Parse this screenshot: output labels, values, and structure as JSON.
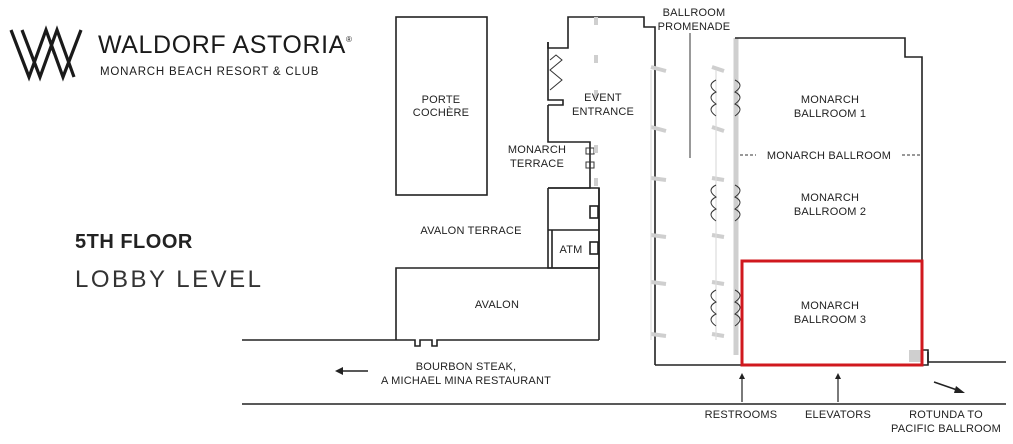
{
  "brand": {
    "name": "WALDORF ASTORIA",
    "subtitle": "MONARCH BEACH RESORT & CLUB",
    "registered_mark": "®"
  },
  "floor": {
    "number": "5TH FLOOR",
    "level": "LOBBY LEVEL"
  },
  "rooms": {
    "porte_cochere": [
      "PORTE",
      "COCHÈRE"
    ],
    "event_entrance": [
      "EVENT",
      "ENTRANCE"
    ],
    "monarch_terrace": [
      "MONARCH",
      "TERRACE"
    ],
    "ballroom_promenade": [
      "BALLROOM",
      "PROMENADE"
    ],
    "monarch_ballroom_1": [
      "MONARCH",
      "BALLROOM 1"
    ],
    "monarch_ballroom": "MONARCH BALLROOM",
    "monarch_ballroom_2": [
      "MONARCH",
      "BALLROOM 2"
    ],
    "monarch_ballroom_3": [
      "MONARCH",
      "BALLROOM 3"
    ],
    "avalon_terrace": "AVALON TERRACE",
    "atm": "ATM",
    "avalon": "AVALON",
    "bourbon_steak": [
      "BOURBON STEAK,",
      "A MICHAEL MINA RESTAURANT"
    ],
    "restrooms": "RESTROOMS",
    "elevators": "ELEVATORS",
    "rotunda": [
      "ROTUNDA TO",
      "PACIFIC BALLROOM"
    ]
  },
  "colors": {
    "highlight": "#d0181e",
    "walls": "#222222",
    "accent_gray": "#cfcfcf"
  }
}
